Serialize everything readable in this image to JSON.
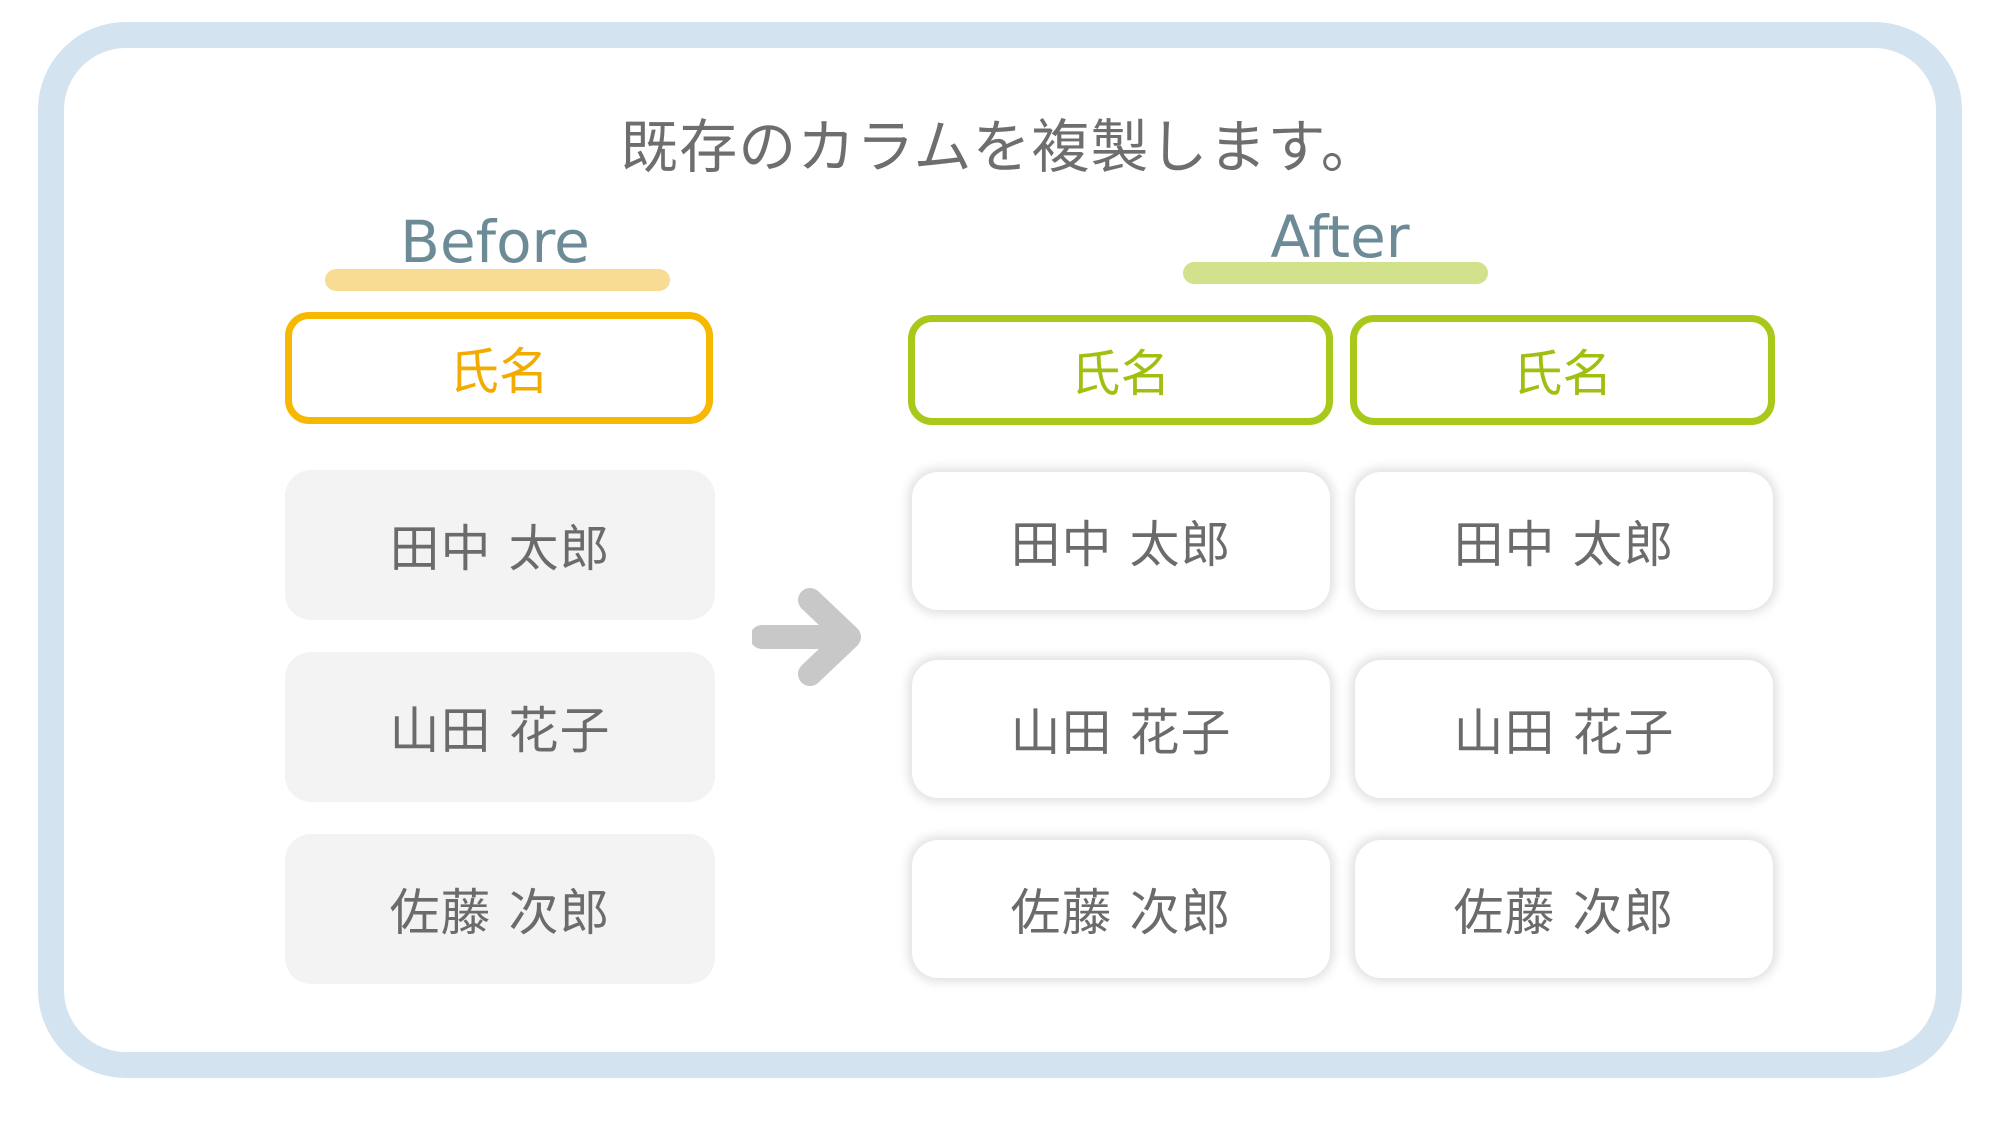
{
  "title": "既存のカラムを複製します。",
  "before": {
    "label": "Before",
    "header": "氏名",
    "rows": [
      "田中 太郎",
      "山田 花子",
      "佐藤 次郎"
    ]
  },
  "after": {
    "label": "After",
    "columns": [
      {
        "header": "氏名",
        "rows": [
          "田中 太郎",
          "山田 花子",
          "佐藤 次郎"
        ]
      },
      {
        "header": "氏名",
        "rows": [
          "田中 太郎",
          "山田 花子",
          "佐藤 次郎"
        ]
      }
    ]
  },
  "colors": {
    "frame": "#d4e3f0",
    "before_accent": "#f6b800",
    "before_underline": "#f8dc94",
    "after_accent": "#a8c81a",
    "after_underline": "#d2e28c",
    "arrow": "#c8c8c8"
  },
  "icons": {
    "transition": "arrow-right-icon"
  }
}
